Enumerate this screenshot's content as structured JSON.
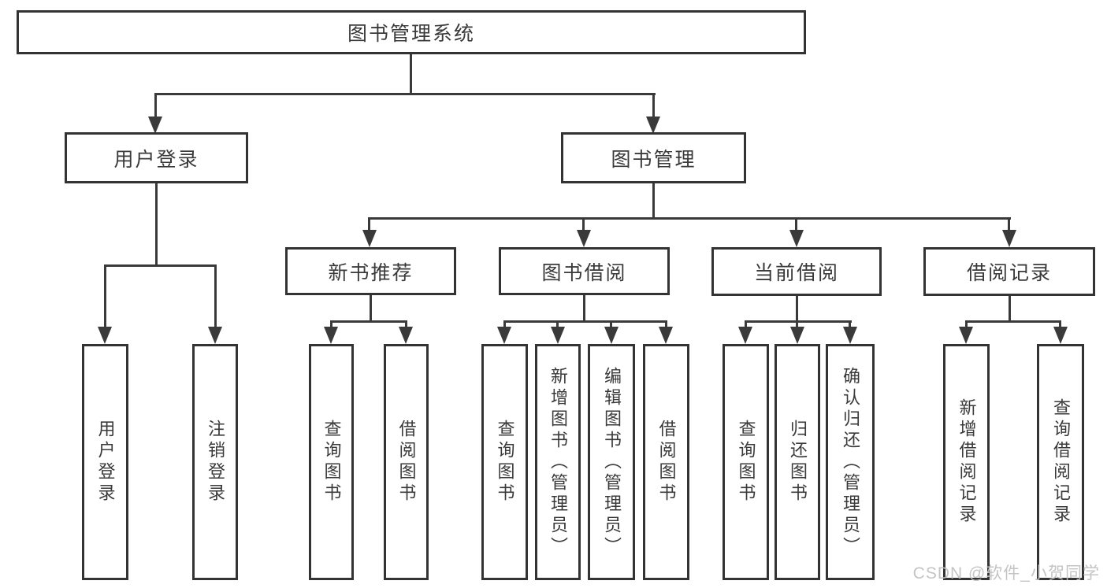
{
  "colors": {
    "box_border": "#333333",
    "box_text": "#3a3a3a",
    "connector": "#3a3a3a",
    "watermark_text": "#c1c1c1",
    "background": "#ffffff"
  },
  "tree": {
    "root": {
      "label": "图书管理系统",
      "children": [
        {
          "label": "用户登录",
          "children": [
            {
              "label": "用户登录"
            },
            {
              "label": "注销登录"
            }
          ]
        },
        {
          "label": "图书管理",
          "children": [
            {
              "label": "新书推荐",
              "children": [
                {
                  "label": "查询图书"
                },
                {
                  "label": "借阅图书"
                }
              ]
            },
            {
              "label": "图书借阅",
              "children": [
                {
                  "label": "查询图书"
                },
                {
                  "label": "新增图书（管理员）"
                },
                {
                  "label": "编辑图书（管理员）"
                },
                {
                  "label": "借阅图书"
                }
              ]
            },
            {
              "label": "当前借阅",
              "children": [
                {
                  "label": "查询图书"
                },
                {
                  "label": "归还图书"
                },
                {
                  "label": "确认归还（管理员）"
                }
              ]
            },
            {
              "label": "借阅记录",
              "children": [
                {
                  "label": "新增借阅记录"
                },
                {
                  "label": "查询借阅记录"
                }
              ]
            }
          ]
        }
      ]
    }
  },
  "watermark": {
    "text": "CSDN @软件_小贺同学"
  }
}
